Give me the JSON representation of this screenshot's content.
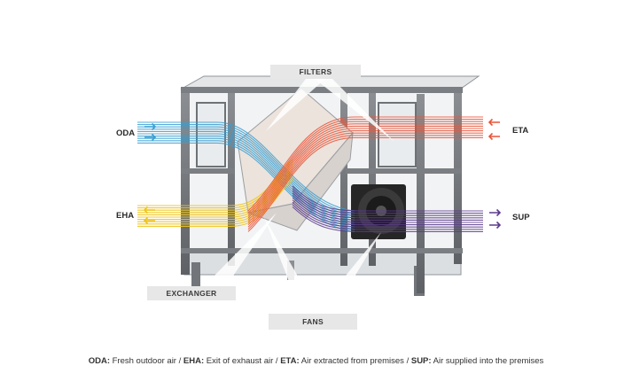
{
  "callouts": {
    "filters": "FILTERS",
    "exchanger": "EXCHANGER",
    "fans": "FANS"
  },
  "flows": {
    "oda": "ODA",
    "eha": "EHA",
    "eta": "ETA",
    "sup": "SUP"
  },
  "caption": {
    "oda_abbr": "ODA:",
    "oda_text": " Fresh outdoor air  / ",
    "eha_abbr": "EHA:",
    "eha_text": " Exit of exhaust air / ",
    "eta_abbr": "ETA:",
    "eta_text": " Air extracted from premises / ",
    "sup_abbr": "SUP:",
    "sup_text": " Air supplied into the premises"
  },
  "colors": {
    "oda": "#3a9fd1",
    "eha": "#f0c419",
    "eta": "#e8553a",
    "sup": "#5b3b8c"
  }
}
